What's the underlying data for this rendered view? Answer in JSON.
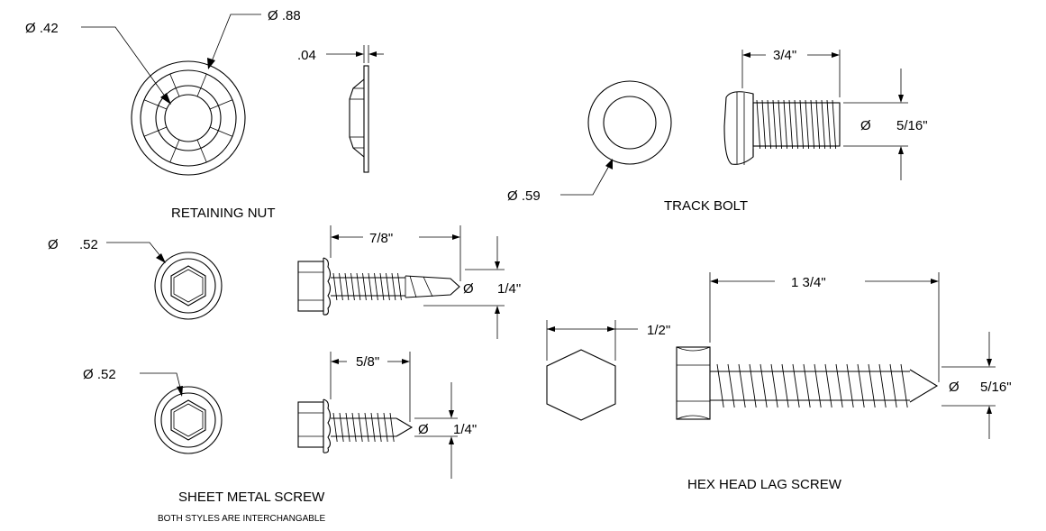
{
  "retaining_nut": {
    "label": "RETAINING NUT",
    "inner_diameter": "Ø .42",
    "outer_diameter": "Ø .88",
    "thickness": ".04"
  },
  "track_bolt": {
    "label": "TRACK BOLT",
    "washer_diameter": "Ø .59",
    "length": "3/4\"",
    "diameter_symbol": "Ø",
    "diameter": "5/16\""
  },
  "sheet_metal_screw": {
    "label": "SHEET METAL SCREW",
    "note": "BOTH STYLES ARE INTERCHANGABLE",
    "style1": {
      "head_symbol": "Ø",
      "head_diameter": ".52",
      "length": "7/8\"",
      "diameter_symbol": "Ø",
      "diameter": "1/4\""
    },
    "style2": {
      "head_diameter": "Ø .52",
      "length": "5/8\"",
      "diameter_symbol": "Ø",
      "diameter": "1/4\""
    }
  },
  "hex_head_lag_screw": {
    "label": "HEX HEAD LAG SCREW",
    "hex_width": "1/2\"",
    "length": "1 3/4\"",
    "diameter_symbol": "Ø",
    "diameter": "5/16\""
  }
}
